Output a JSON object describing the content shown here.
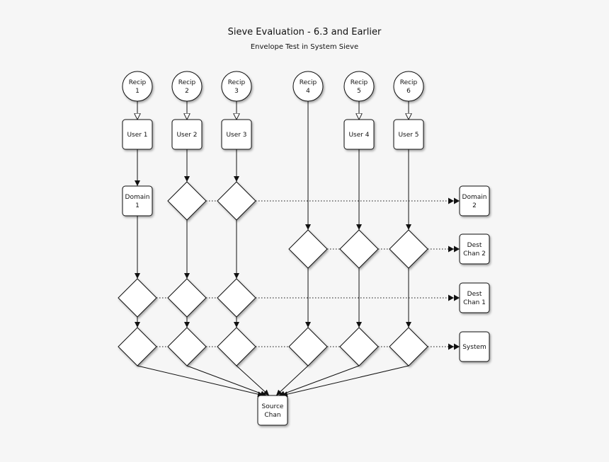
{
  "title": "Sieve Evaluation - 6.3 and Earlier",
  "subtitle": "Envelope Test in System Sieve",
  "nodes": {
    "recip1": [
      "Recip",
      "1"
    ],
    "recip2": [
      "Recip",
      "2"
    ],
    "recip3": [
      "Recip",
      "3"
    ],
    "recip4": [
      "Recip",
      "4"
    ],
    "recip5": [
      "Recip",
      "5"
    ],
    "recip6": [
      "Recip",
      "6"
    ],
    "user1": [
      "User 1"
    ],
    "user2": [
      "User 2"
    ],
    "user3": [
      "User 3"
    ],
    "user4": [
      "User 4"
    ],
    "user5": [
      "User 5"
    ],
    "domain1": [
      "Domain",
      "1"
    ],
    "domain2": [
      "Domain",
      "2"
    ],
    "destchan2": [
      "Dest",
      "Chan 2"
    ],
    "destchan1": [
      "Dest",
      "Chan 1"
    ],
    "system": [
      "System"
    ],
    "sourcechan": [
      "Source",
      "Chan"
    ]
  }
}
